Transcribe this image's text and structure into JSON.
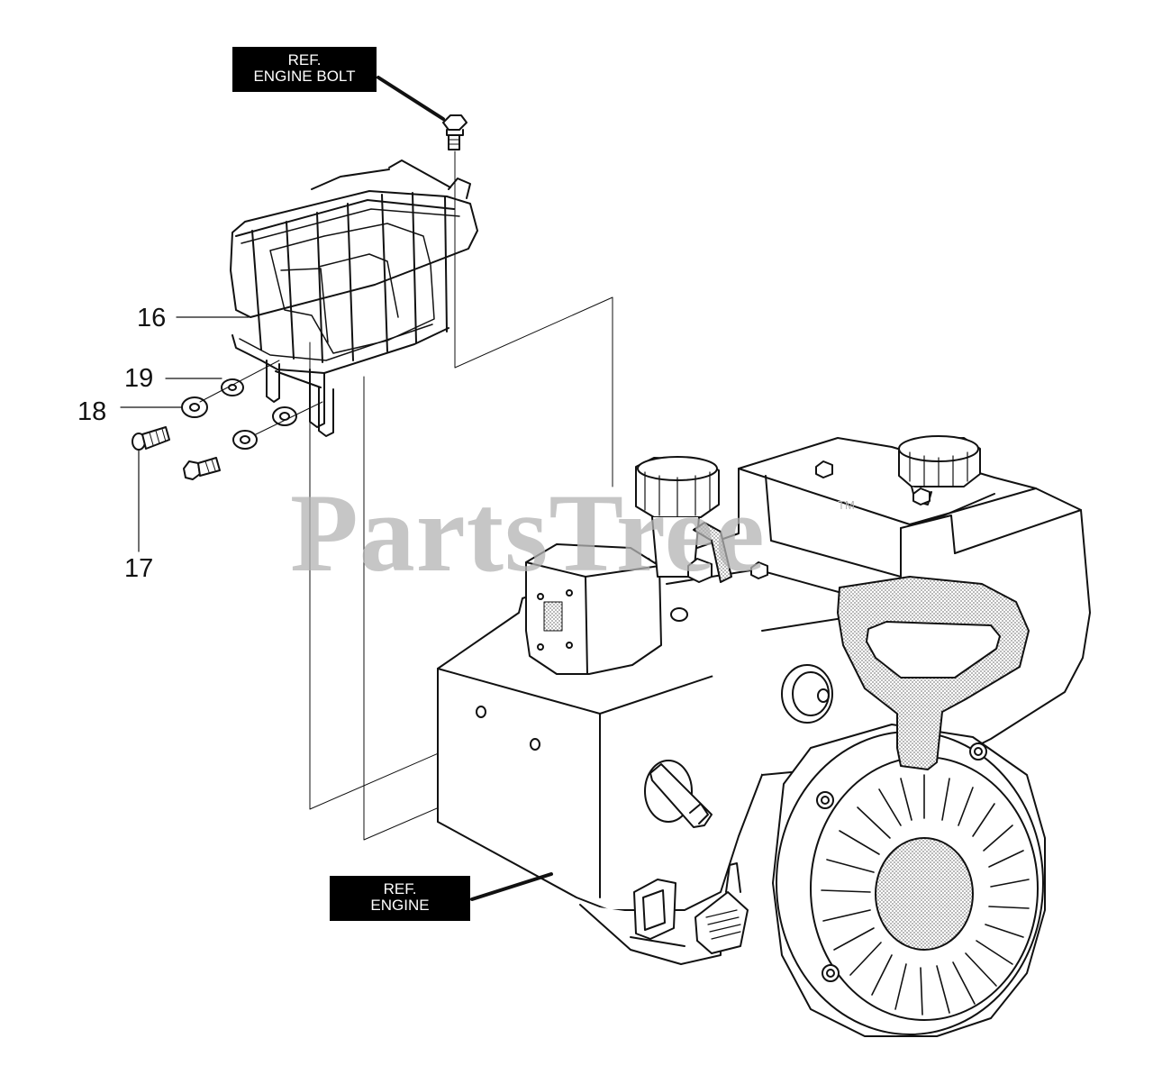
{
  "labels": {
    "ref_engine_bolt": {
      "line1": "REF.",
      "line2": "ENGINE BOLT"
    },
    "ref_engine": {
      "line1": "REF.",
      "line2": "ENGINE"
    }
  },
  "callouts": {
    "part_16": "16",
    "part_17": "17",
    "part_18": "18",
    "part_19": "19"
  },
  "watermark": {
    "text": "PartsTree",
    "tm": "TM"
  },
  "colors": {
    "line": "#111111",
    "label_bg": "#000000",
    "label_text": "#ffffff",
    "watermark": "#b4b4b4",
    "stipple": "#9a9a9a"
  }
}
